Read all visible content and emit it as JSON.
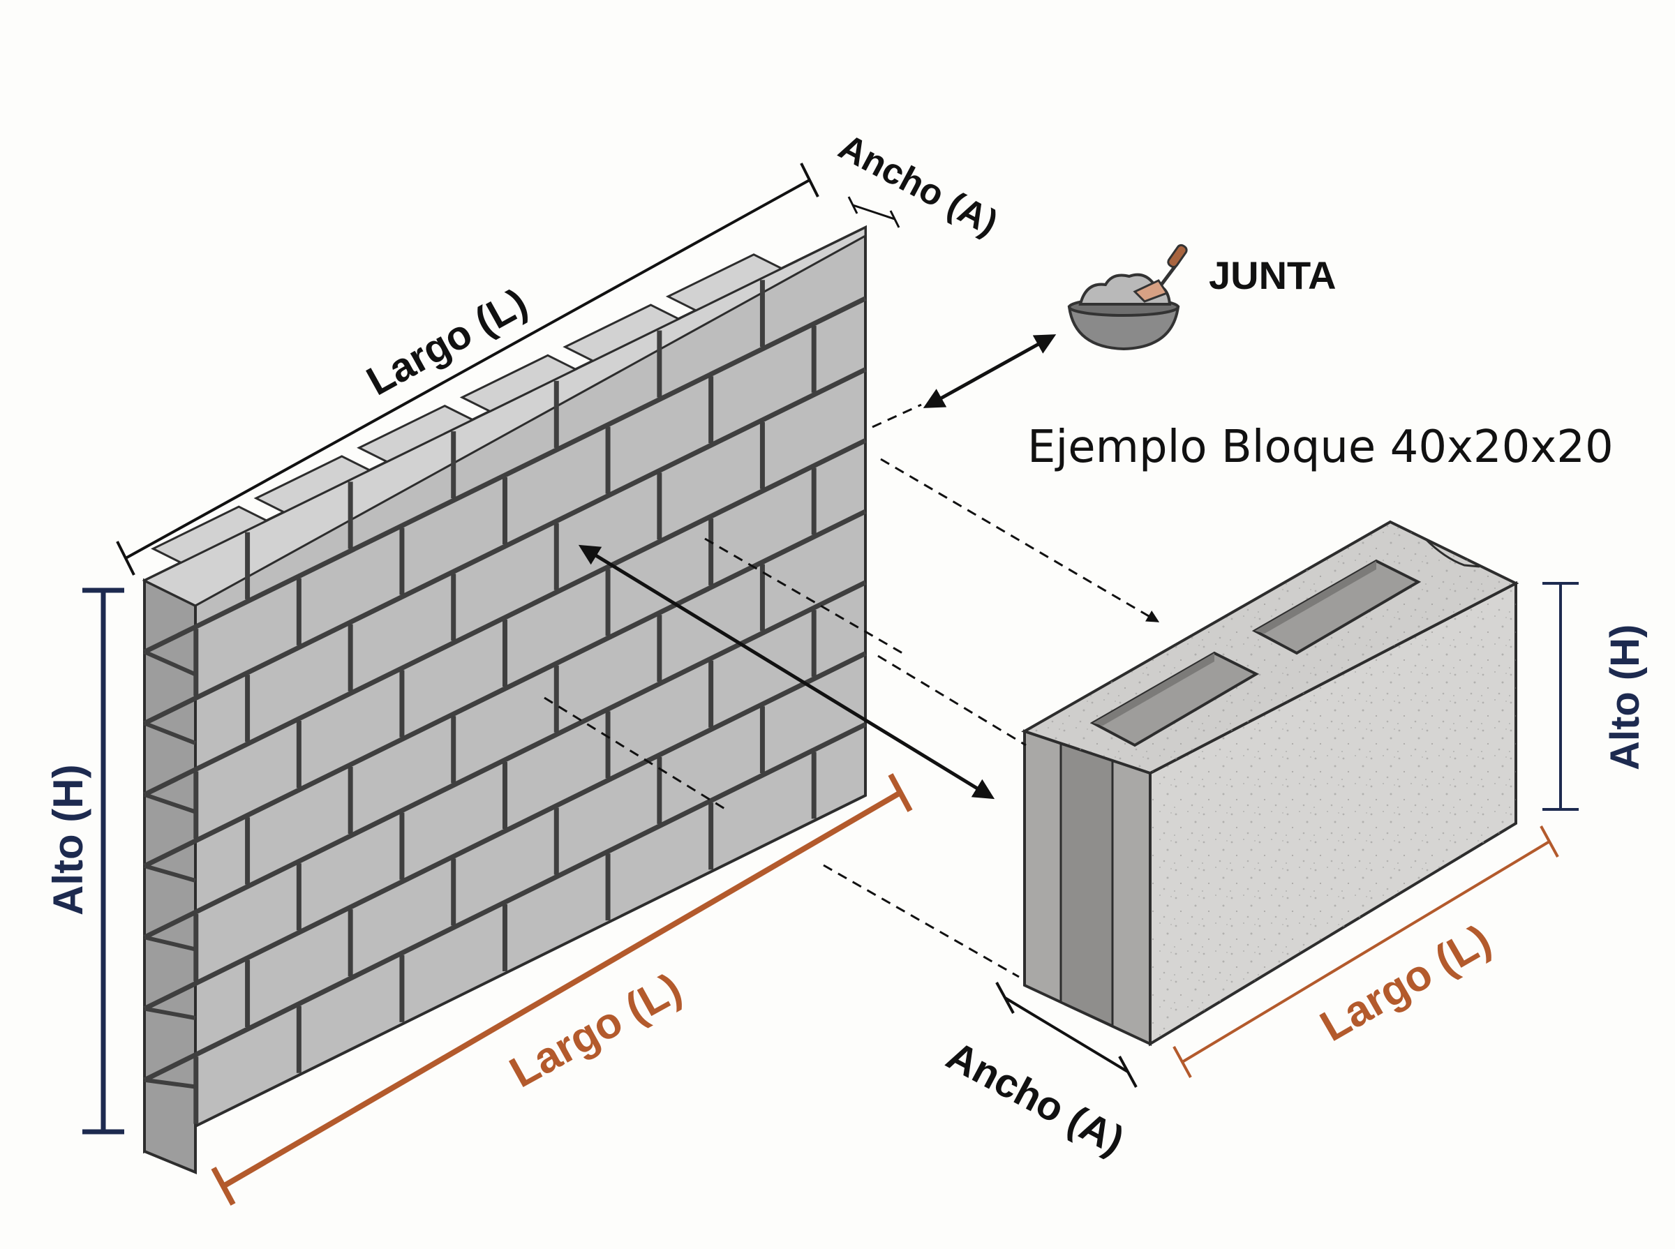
{
  "wall": {
    "label_top_largo": "Largo (L)",
    "label_ancho": "Ancho (A)",
    "label_alto": "Alto (H)",
    "label_bottom_largo": "Largo (L)"
  },
  "junta": {
    "label": "JUNTA",
    "icon": "mortar-bowl-trowel-icon"
  },
  "block": {
    "title": "Ejemplo Bloque 40x20x20",
    "label_alto": "Alto (H)",
    "label_largo": "Largo (L)",
    "label_ancho": "Ancho (A)"
  },
  "colors": {
    "dimension_navy": "#1d2a4f",
    "dimension_orange": "#b35a2c",
    "line_black": "#111111",
    "wall_face": "#bdbdbd",
    "wall_side": "#9d9d9d",
    "wall_top": "#d2d2d2",
    "mortar": "#3f3f3f",
    "block_face": "#d6d5d3",
    "block_side": "#a9a8a6",
    "block_top": "#cfcecc"
  }
}
